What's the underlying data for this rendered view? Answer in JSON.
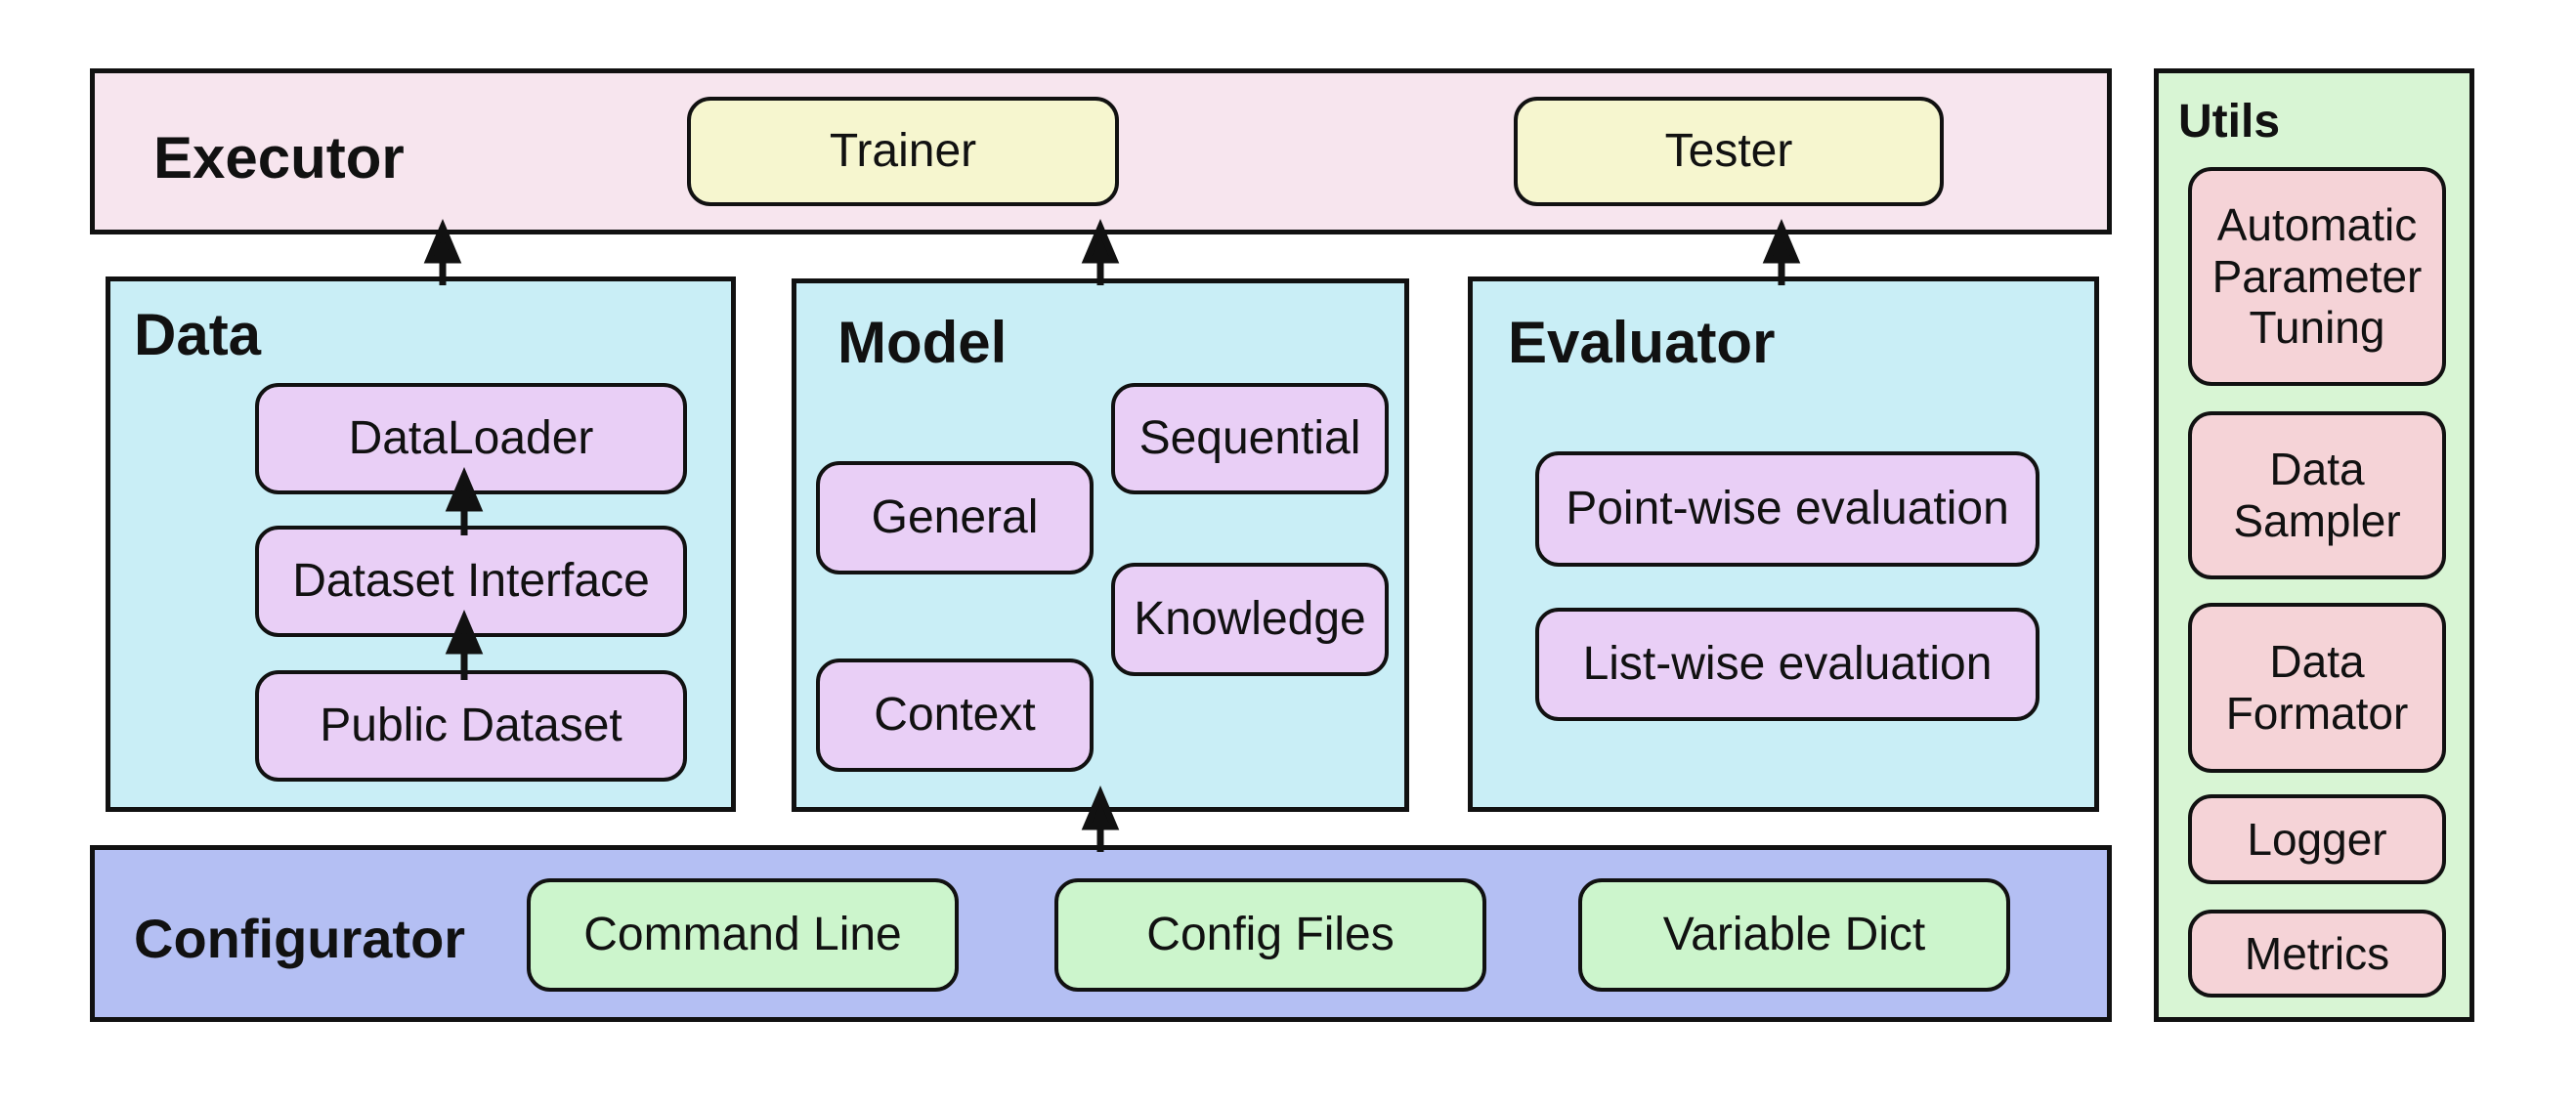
{
  "colors": {
    "executor_bg": "#f7e5ee",
    "module_bg": "#c9eef6",
    "configurator_bg": "#b4bff3",
    "utils_bg": "#d8f5d4",
    "executor_item": "#f6f6cf",
    "module_item": "#e9cff6",
    "config_item": "#ccf5cc",
    "util_item": "#f5d3d7",
    "stroke": "#111111"
  },
  "executor": {
    "title": "Executor",
    "trainer": "Trainer",
    "tester": "Tester"
  },
  "data": {
    "title": "Data",
    "dataloader": "DataLoader",
    "dataset_interface": "Dataset Interface",
    "public_dataset": "Public Dataset"
  },
  "model": {
    "title": "Model",
    "general": "General",
    "sequential": "Sequential",
    "knowledge": "Knowledge",
    "context": "Context"
  },
  "evaluator": {
    "title": "Evaluator",
    "pointwise": "Point-wise evaluation",
    "listwise": "List-wise evaluation"
  },
  "configurator": {
    "title": "Configurator",
    "command_line": "Command Line",
    "config_files": "Config Files",
    "variable_dict": "Variable Dict"
  },
  "utils": {
    "title": "Utils",
    "automatic_parameter_tuning": "Automatic\nParameter\nTuning",
    "data_sampler": "Data\nSampler",
    "data_formator": "Data\nFormator",
    "logger": "Logger",
    "metrics": "Metrics"
  }
}
